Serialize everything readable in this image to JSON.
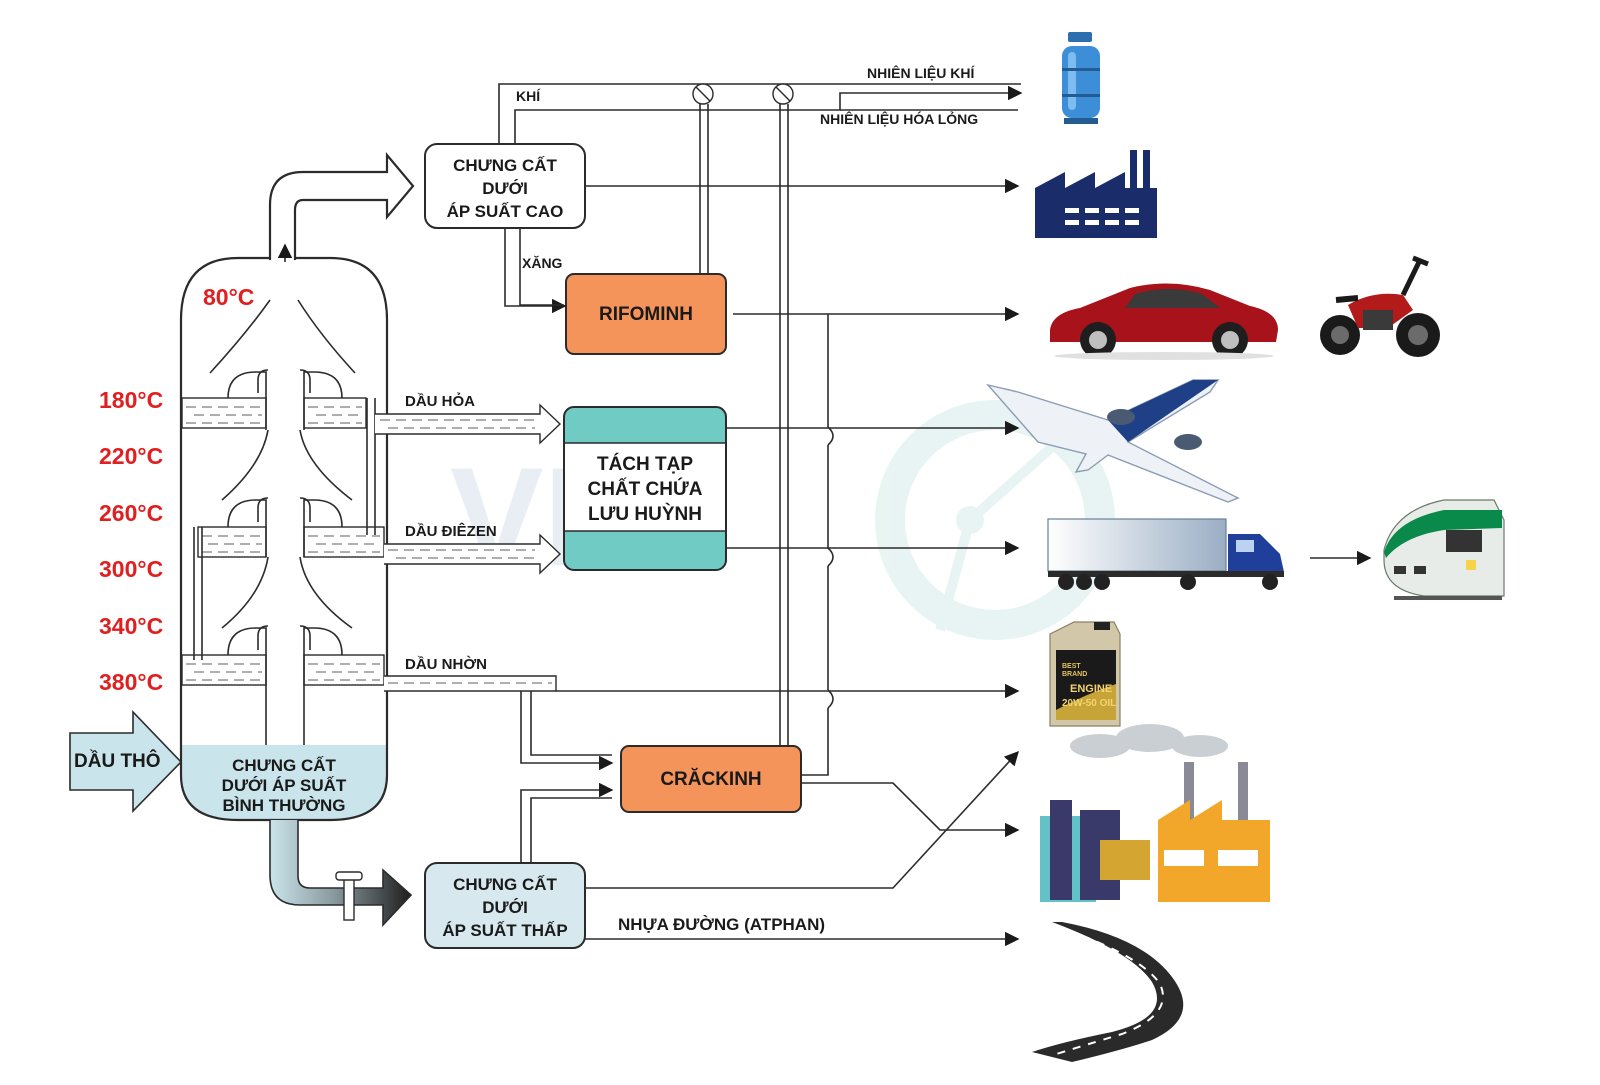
{
  "temperatures": [
    "80°C",
    "180°C",
    "220°C",
    "260°C",
    "300°C",
    "340°C",
    "380°C"
  ],
  "column": {
    "input_label": "DẦU THÔ",
    "base_label": [
      "CHƯNG CẤT",
      "DƯỚI ÁP SUẤT",
      "BÌNH THƯỜNG"
    ]
  },
  "boxes": {
    "high_pressure": [
      "CHƯNG CẤT",
      "DƯỚI",
      "ÁP SUẤT CAO"
    ],
    "reforming": "RIFOMINH",
    "desulfur": [
      "TÁCH TẠP",
      "CHẤT CHỨA",
      "LƯU HUỲNH"
    ],
    "cracking": "CRĂCKINH",
    "low_pressure": [
      "CHƯNG CẤT",
      "DƯỚI",
      "ÁP SUẤT THẤP"
    ]
  },
  "streams": {
    "gas": "KHÍ",
    "gas_fuel": "NHIÊN LIỆU KHÍ",
    "liquefied_fuel": "NHIÊN LIỆU HÓA LỎNG",
    "gasoline": "XĂNG",
    "kerosene": "DẦU HỎA",
    "diesel": "DẦU ĐIÊZEN",
    "lube_oil": "DẦU NHỜN",
    "asphalt": "NHỰA ĐƯỜNG (ATPHAN)"
  },
  "oil_can": {
    "brand": [
      "BEST",
      "BRAND"
    ],
    "line1": "ENGINE",
    "line2": "20W-50 OIL"
  },
  "icons": [
    "gas-cylinder-icon",
    "factory-icon",
    "car-icon",
    "motorcycle-icon",
    "airplane-icon",
    "truck-icon",
    "train-icon",
    "oil-can-icon",
    "industrial-plant-icon",
    "road-icon",
    "valve-icon"
  ],
  "colors": {
    "temperature": "#e02020",
    "orange_box": "#f4935a",
    "teal_box": "#6fcbc3",
    "light_box": "#d7e9ee",
    "column_base": "#c9e4ea",
    "outline": "#2b2b2b"
  }
}
